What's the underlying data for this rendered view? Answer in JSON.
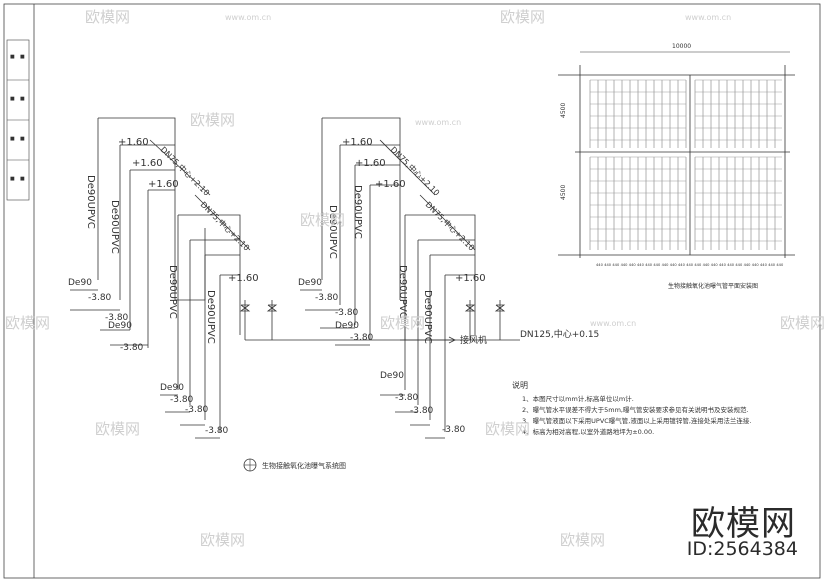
{
  "title_block": {
    "left_marks": [
      "■",
      "■",
      "■",
      "■",
      "■",
      "■",
      "■",
      "■"
    ]
  },
  "system": {
    "dn75_labels": [
      "DN75,中心+2.10",
      "DN75,中心+2.10",
      "DN75,中心+2.10",
      "DN75,中心+2.10"
    ],
    "riser_labels": [
      "De90UPVC",
      "De90UPVC",
      "De90UPVC",
      "De90UPVC",
      "De90UPVC",
      "De90UPVC",
      "De90UPVC",
      "De90UPVC"
    ],
    "elev_top": [
      "+1.60",
      "+1.60",
      "+1.60",
      "+1.60",
      "+1.60",
      "+1.60",
      "+1.60",
      "+1.60"
    ],
    "de90": "De90",
    "elev_bottom": "-3.80",
    "main_pipe": "DN125,中心+0.15",
    "blower": "接风机",
    "caption": "生物接触氧化池曝气系统图"
  },
  "plan": {
    "width_dim": "10000",
    "dim_4500_a": "4500",
    "dim_4500_b": "4500",
    "small_dims": [
      "440",
      "440",
      "440",
      "440",
      "440",
      "440",
      "440",
      "440",
      "440",
      "440",
      "440",
      "440",
      "440",
      "440",
      "440",
      "440",
      "440",
      "440",
      "440",
      "440",
      "440",
      "440",
      "440"
    ],
    "caption": "生物接触氧化池曝气管平面安装图"
  },
  "notes": {
    "heading": "说明",
    "items": [
      "1、本图尺寸以mm计,标高单位以m计.",
      "2、曝气管水平误差不得大于5mm,曝气管安装要求参见有关说明书及安装规范.",
      "3、曝气管液面以下采用UPVC曝气管,液面以上采用镀锌管,连接处采用法兰连接.",
      "4、标高为相对高程,以室外道路地坪为±0.00."
    ]
  },
  "watermark": {
    "brand": "欧模网",
    "url": "www.om.cn",
    "id": "ID:2564384"
  }
}
